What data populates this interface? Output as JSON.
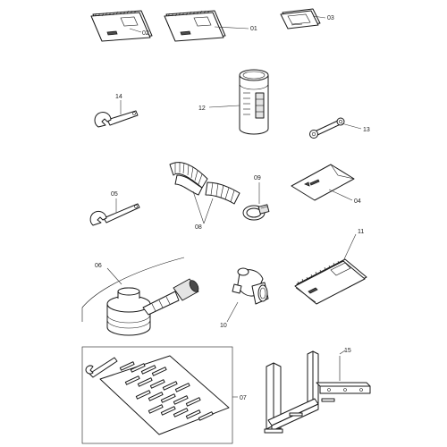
{
  "part_numbers": {
    "p01": "01",
    "p02": "02",
    "p03": "03",
    "p04": "04",
    "p05": "05",
    "p06": "06",
    "p07": "07",
    "p08": "08",
    "p09": "09",
    "p10": "10",
    "p11": "11",
    "p12": "12",
    "p13": "13",
    "p14": "14",
    "p15": "15"
  }
}
